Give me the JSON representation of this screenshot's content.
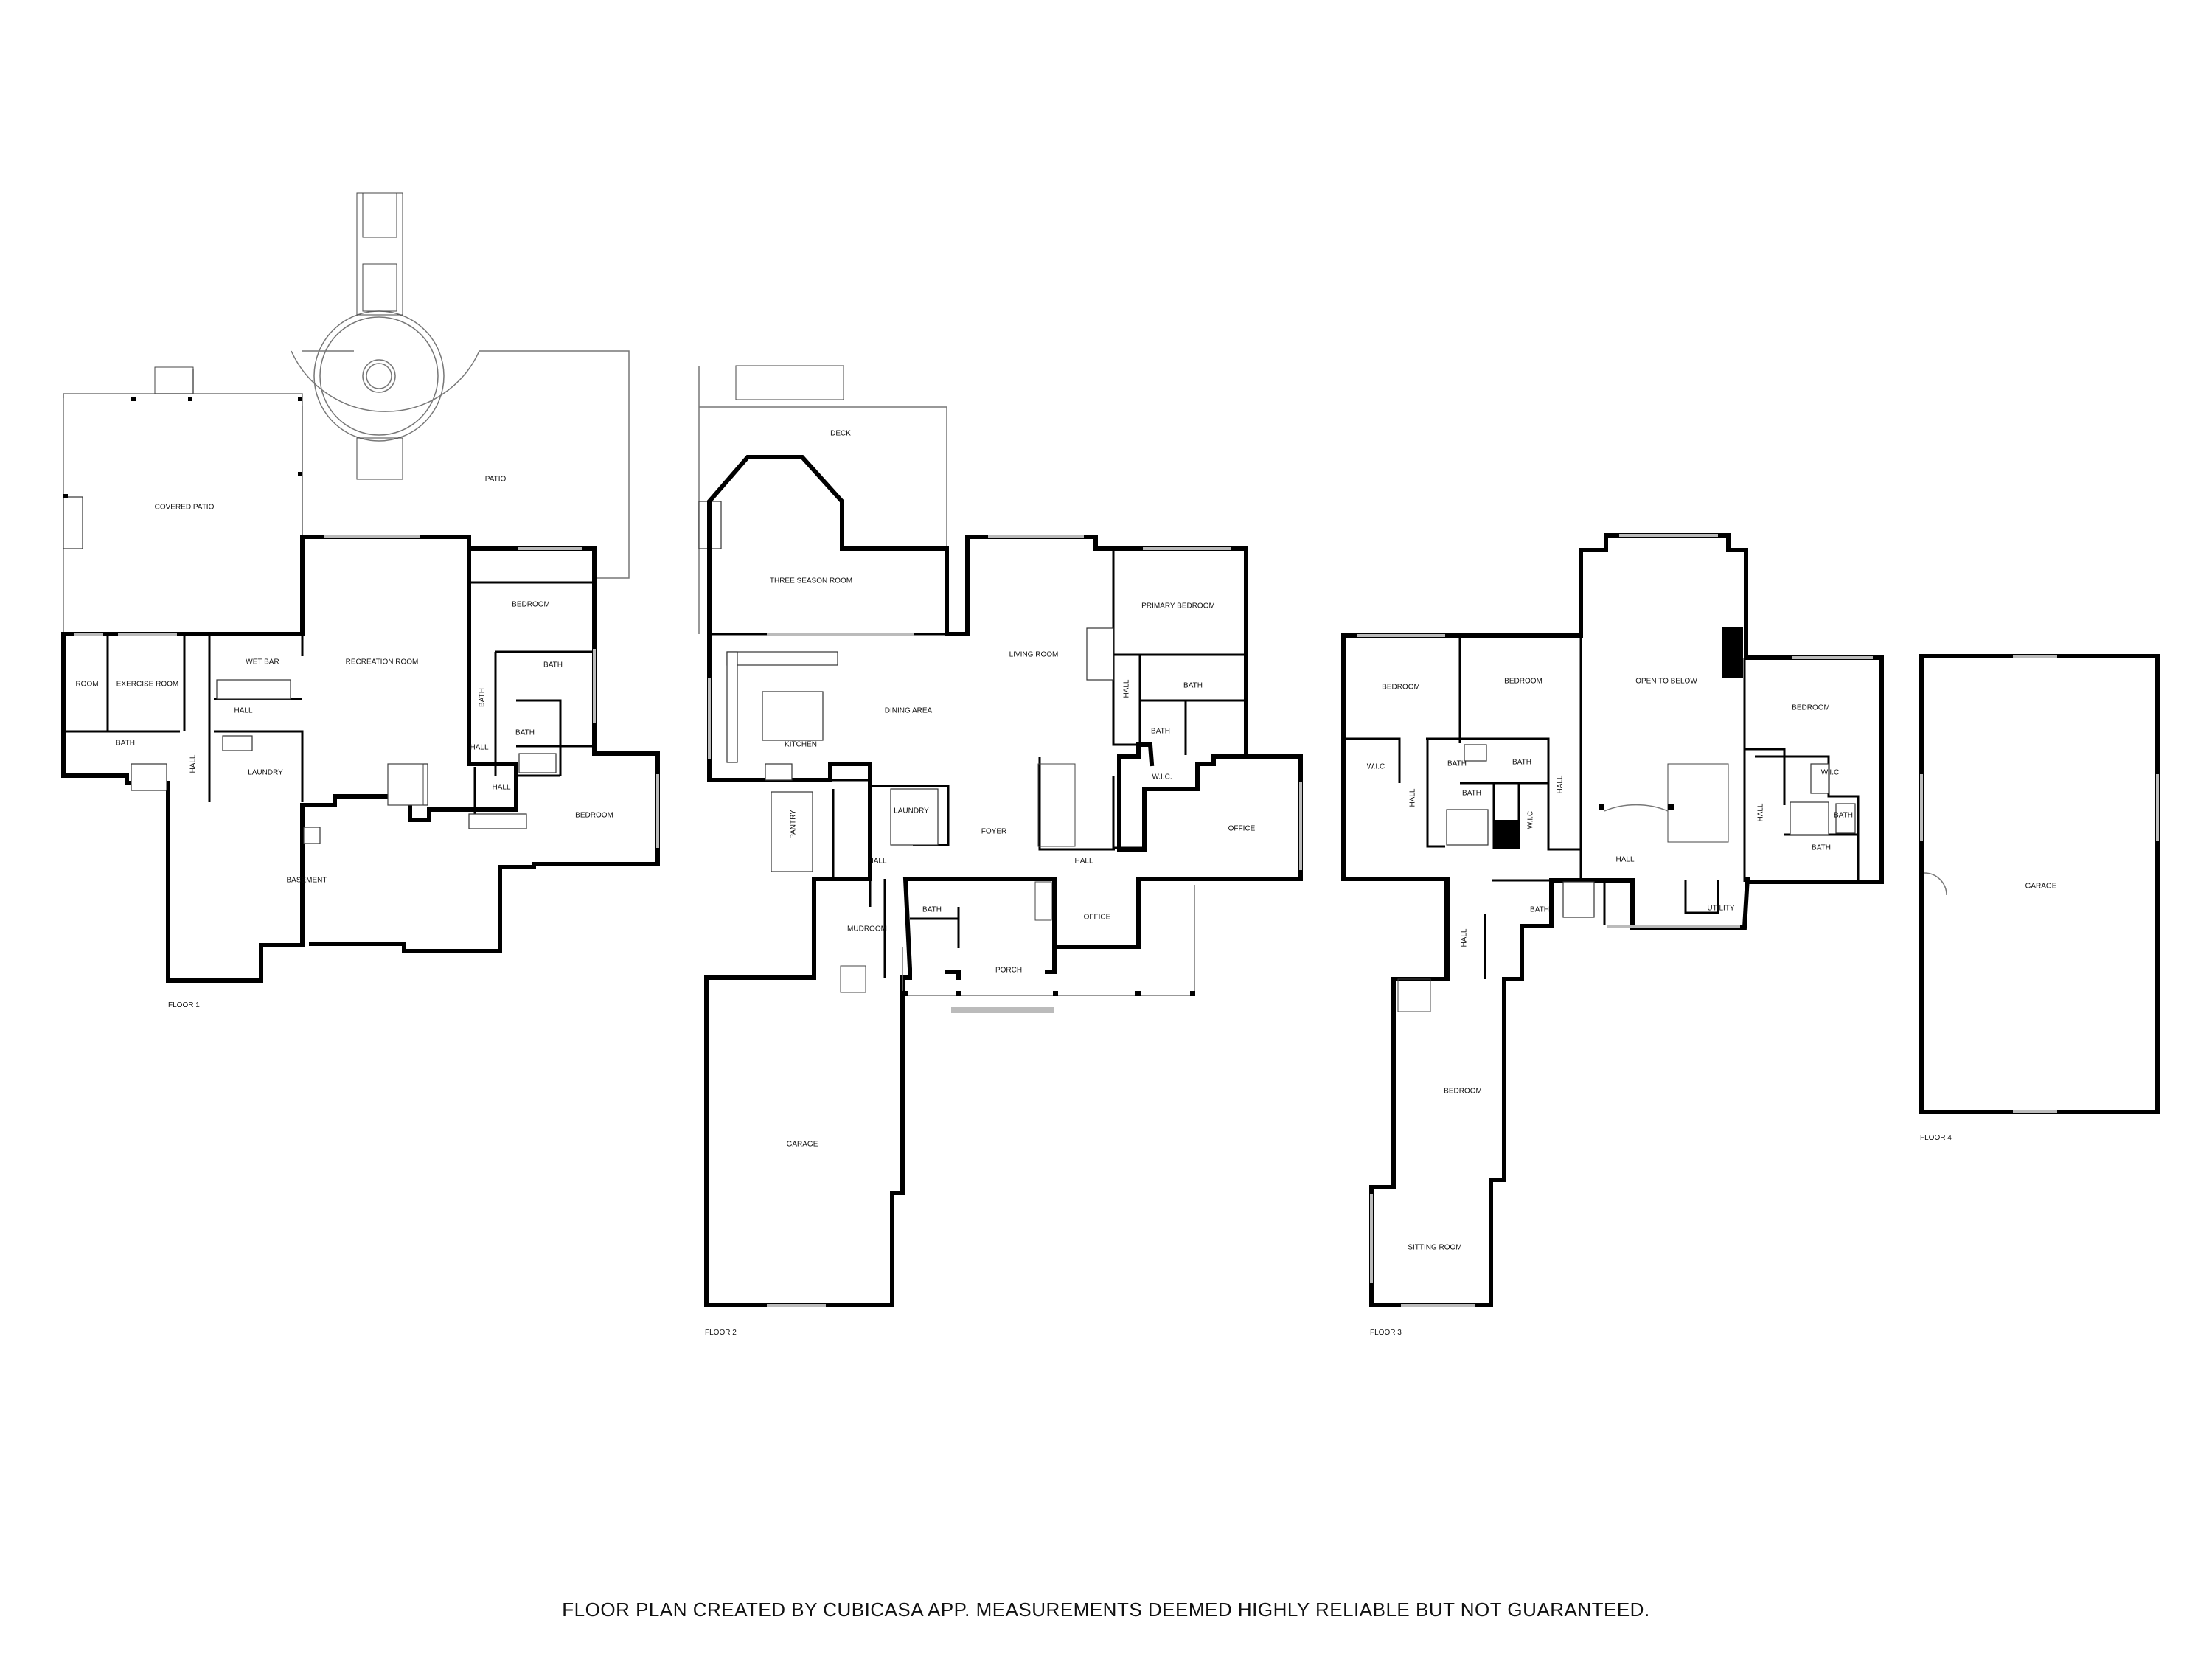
{
  "floor1": {
    "caption": "FLOOR 1",
    "rooms": {
      "covered_patio": "COVERED PATIO",
      "patio": "PATIO",
      "bedroom_ne": "BEDROOM",
      "room": "ROOM",
      "exercise_room": "EXERCISE ROOM",
      "wet_bar": "WET BAR",
      "recreation_room": "RECREATION ROOM",
      "hall_a": "HALL",
      "bath_a": "BATH",
      "bath_b": "BATH",
      "hall_b": "HALL",
      "bath_c": "BATH",
      "hall_c": "HALL",
      "laundry": "LAUNDRY",
      "bath_d": "BATH",
      "hall_d": "HALL",
      "bedroom_se": "BEDROOM",
      "basement": "BASEMENT"
    }
  },
  "floor2": {
    "caption": "FLOOR 2",
    "rooms": {
      "deck": "DECK",
      "three_season_room": "THREE SEASON ROOM",
      "primary_bedroom": "PRIMARY BEDROOM",
      "living_room": "LIVING ROOM",
      "dining_area": "DINING AREA",
      "kitchen": "KITCHEN",
      "bath_a": "BATH",
      "bath_b": "BATH",
      "hall_v": "HALL",
      "wic": "W.I.C.",
      "pantry": "PANTRY",
      "laundry": "LAUNDRY",
      "foyer": "FOYER",
      "hall_a": "HALL",
      "hall_b": "HALL",
      "office_a": "OFFICE",
      "bath_c": "BATH",
      "mudroom": "MUDROOM",
      "office_b": "OFFICE",
      "porch": "PORCH",
      "garage": "GARAGE"
    }
  },
  "floor3": {
    "caption": "FLOOR 3",
    "rooms": {
      "bedroom_a": "BEDROOM",
      "bedroom_b": "BEDROOM",
      "open_to_below": "OPEN TO BELOW",
      "bedroom_c": "BEDROOM",
      "wic_a": "W.I.C",
      "hall_a": "HALL",
      "bath_a": "BATH",
      "bath_b": "BATH",
      "bath_c": "BATH",
      "hall_b": "HALL",
      "wic_b": "W.I.C",
      "wic_c": "W.I.C",
      "bath_d": "BATH",
      "hall_c": "HALL",
      "bath_e": "BATH",
      "hall_d": "HALL",
      "bath_f": "BATH",
      "utility": "UTILITY",
      "hall_e": "HALL",
      "bedroom_d": "BEDROOM",
      "sitting_room": "SITTING ROOM"
    }
  },
  "floor4": {
    "caption": "FLOOR 4",
    "rooms": {
      "garage": "GARAGE"
    }
  },
  "footer": "FLOOR PLAN CREATED BY CUBICASA APP. MEASUREMENTS DEEMED HIGHLY RELIABLE BUT NOT GUARANTEED."
}
